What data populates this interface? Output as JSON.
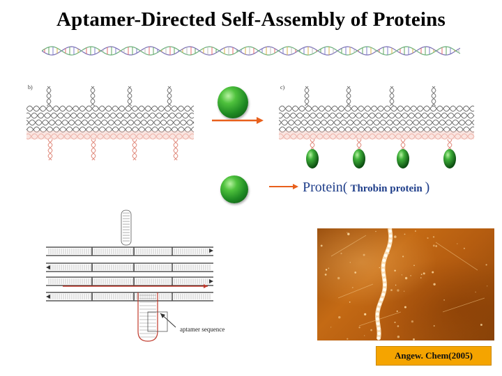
{
  "slide": {
    "title": "Aptamer-Directed Self-Assembly of  Proteins",
    "panel_labels": {
      "left": "b)",
      "right": "c)"
    },
    "protein_label": {
      "main": "Protein(",
      "detail": "Throbin protein",
      "close": ")"
    },
    "aptamer_label": "aptamer sequence",
    "citation": "Angew. Chem(2005)",
    "colors": {
      "title": "#000000",
      "label": "#1f3e8a",
      "arrow": "#e8601c",
      "protein": "#2a9a2a",
      "citation_bg": "#f5a400"
    }
  }
}
